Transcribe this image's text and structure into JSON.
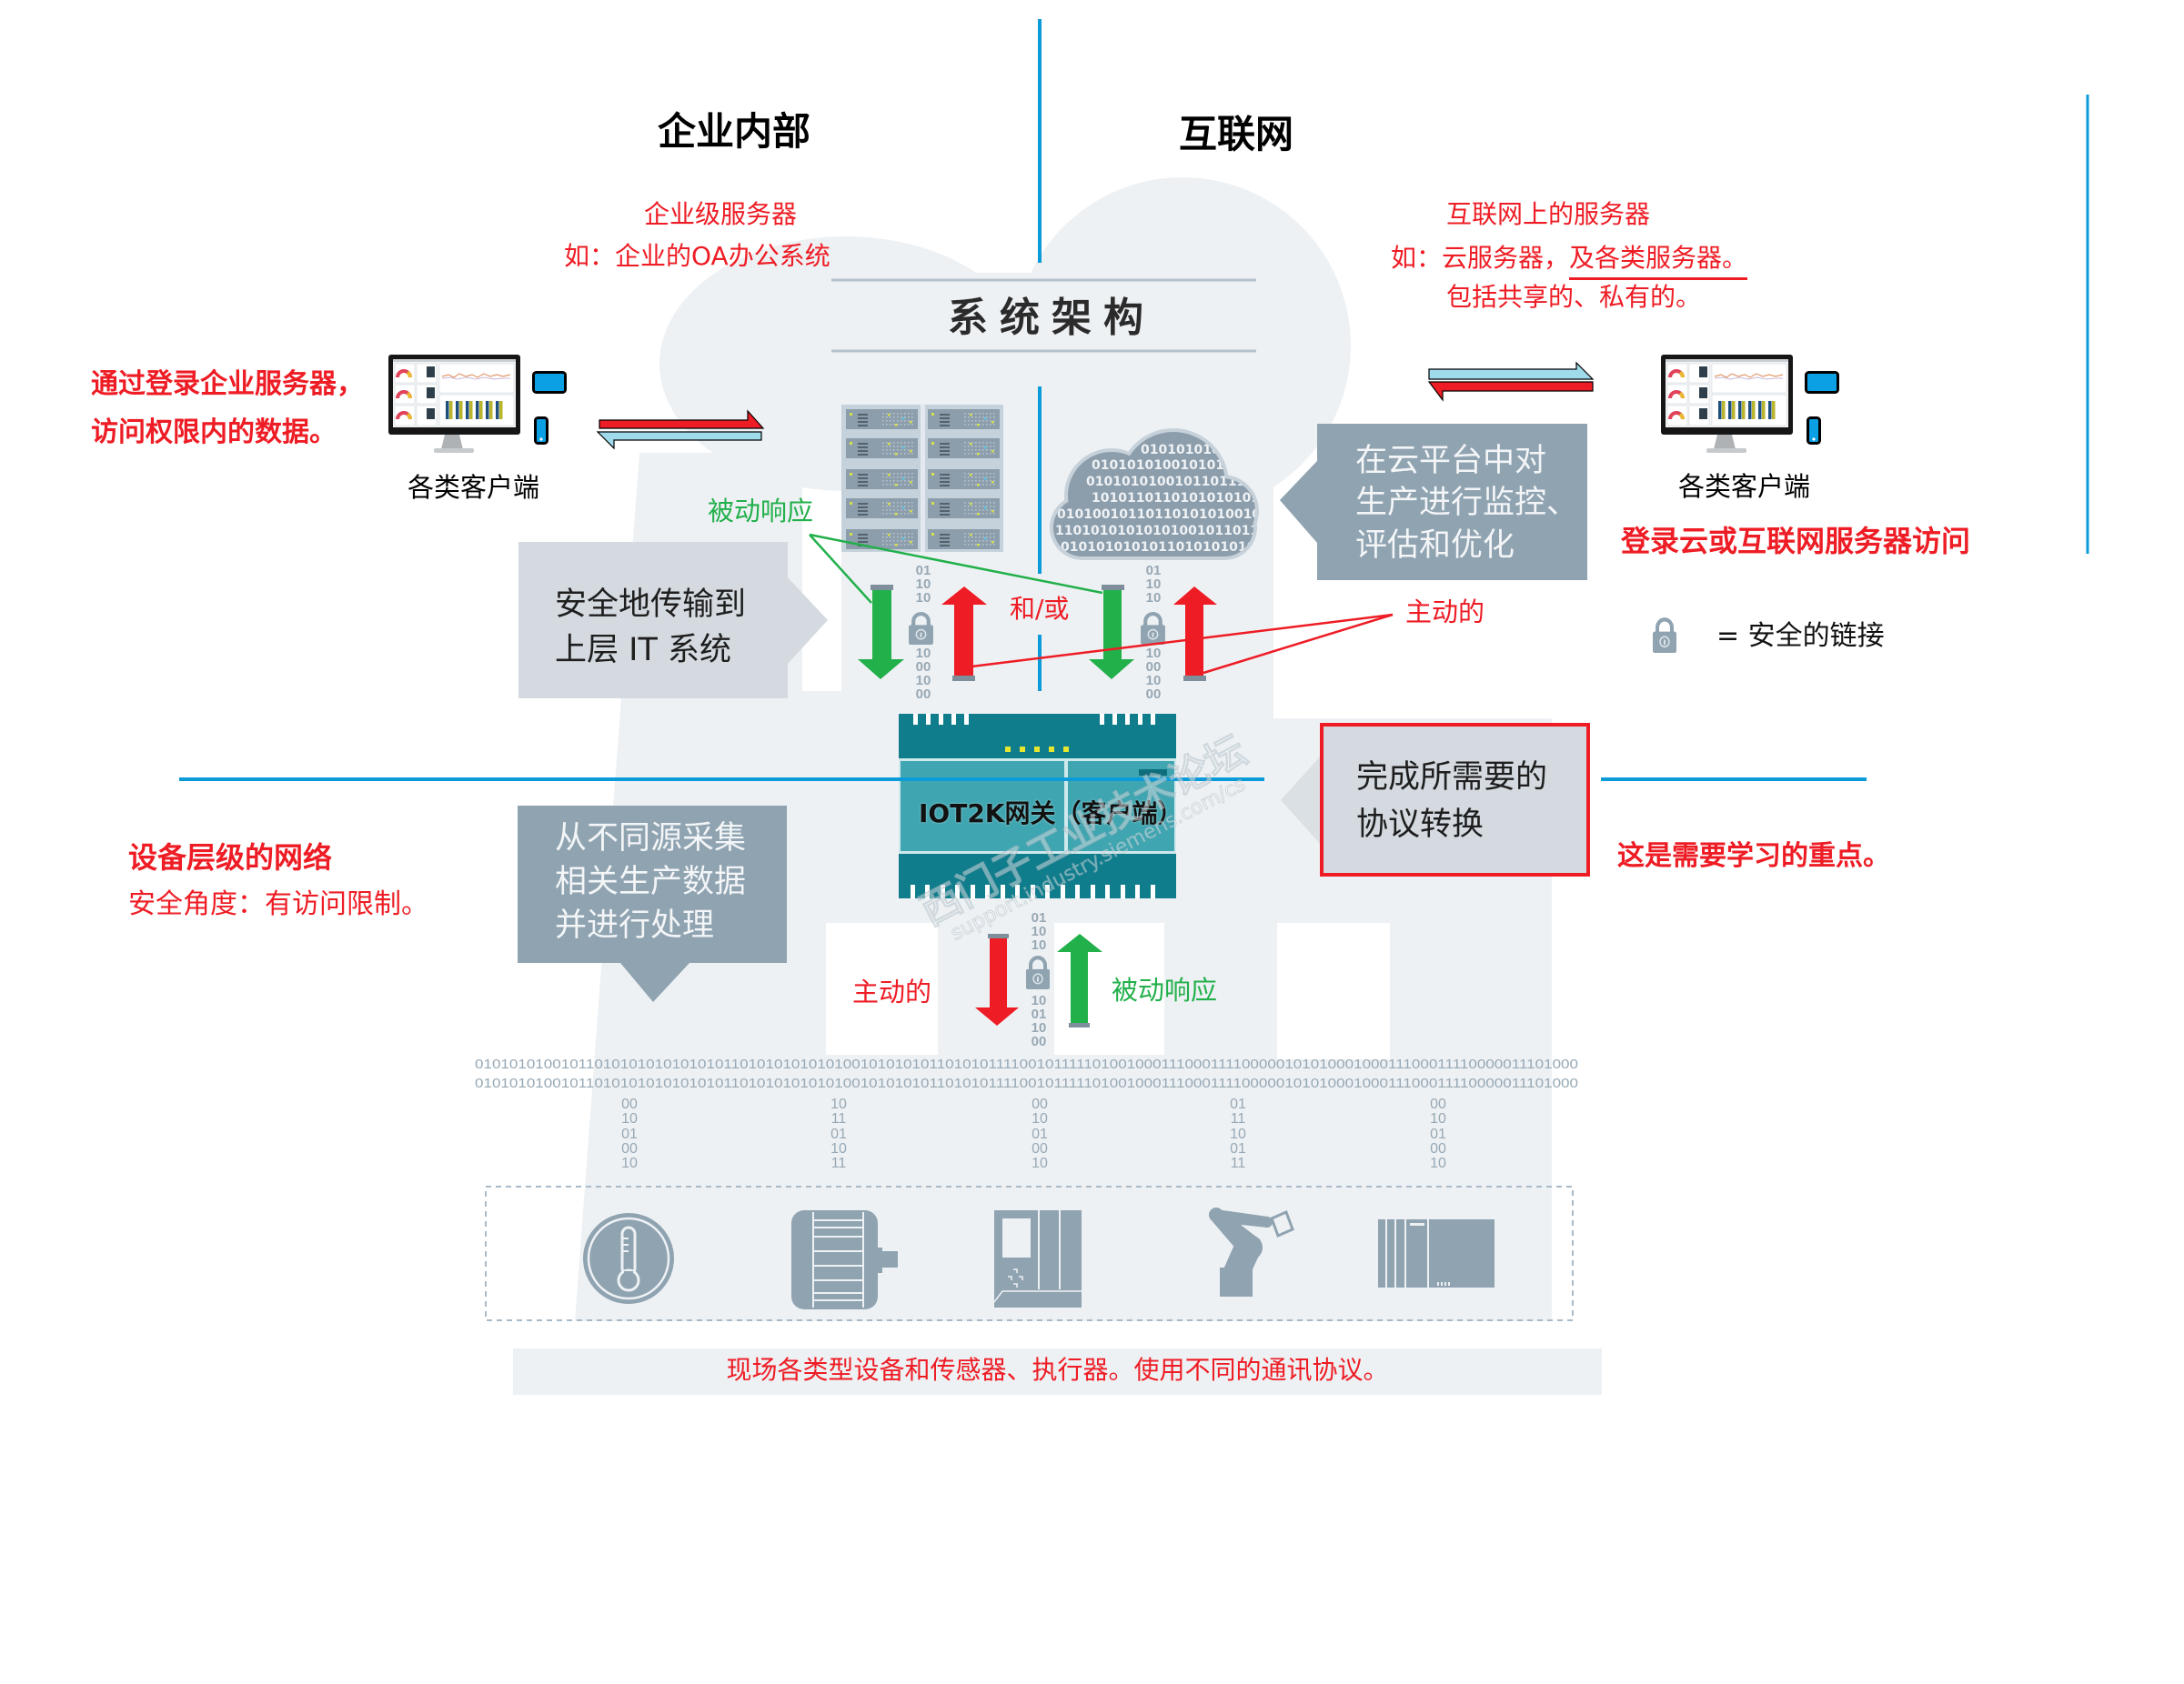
{
  "headers": {
    "enterprise": "企业内部",
    "internet": "互联网",
    "architecture": "系统架构"
  },
  "enterprise_server": {
    "line1": "企业级服务器",
    "line2": "如：企业的OA办公系统"
  },
  "internet_server": {
    "line1": "互联网上的服务器",
    "line2_prefix": "如：云服务器，",
    "line2_underlined": "及各类服务器。",
    "line3": "包括共享的、私有的。"
  },
  "left_client": {
    "note": [
      "通过登录企业服务器，",
      "访问权限内的数据。"
    ],
    "label": "各类客户端",
    "devices": [
      "monitor-icon",
      "tablet-icon",
      "phone-icon"
    ]
  },
  "right_client": {
    "label": "各类客户端",
    "note": "登录云或互联网服务器访问",
    "devices": [
      "monitor-icon",
      "tablet-icon",
      "phone-icon"
    ]
  },
  "it_layer": {
    "server_icon": "server-rack-icon",
    "cloud_icon": "binary-cloud-icon",
    "cloud_binary_rows": [
      "0101010101010101010101010",
      "0101010100101010101010101010",
      "0101010100101101110101010101",
      "1010110110101010101010101010",
      "0101001011011010101001010101",
      "1101010101010100101101101010",
      "0101010101011010101010101010"
    ]
  },
  "callouts": {
    "secure_transfer": [
      "安全地传输到",
      "上层 IT 系统"
    ],
    "cloud_platform": [
      "在云平台中对",
      "生产进行监控、",
      "评估和优化"
    ],
    "protocol_conversion": [
      "完成所需要的",
      "协议转换"
    ],
    "data_collection": [
      "从不同源采集",
      "相关生产数据",
      "并进行处理"
    ]
  },
  "annotations": {
    "passive_upper": "被动响应",
    "and_or": "和/或",
    "active_upper": "主动的",
    "active_lower": "主动的",
    "passive_lower": "被动响应",
    "focus_note": "这是需要学习的重点。",
    "device_network_title": "设备层级的网络",
    "device_network_security": "安全角度：有访问限制。"
  },
  "legend": {
    "icon": "lock-icon",
    "label": "= 安全的链接"
  },
  "gateway": {
    "label": "IOT2K网关（客户端）"
  },
  "binary": {
    "link_upper_left": {
      "above": [
        "01",
        "10",
        "10"
      ],
      "below": [
        "10",
        "00",
        "10",
        "00"
      ]
    },
    "link_upper_right": {
      "above": [
        "01",
        "10",
        "10"
      ],
      "below": [
        "10",
        "00",
        "10",
        "00"
      ]
    },
    "link_lower": {
      "above": [
        "01",
        "10",
        "10"
      ],
      "below": [
        "10",
        "01",
        "10",
        "00"
      ]
    },
    "stream_rows": [
      "01010101001011010101010101010110101010101010010101010110101011110010111110100100011100011110000010101000100011100011110000011101000",
      "01010101001011010101010101010110101010101010010101010110101011110010111110100100011100011110000010101000100011100011110000011101000"
    ],
    "columns": [
      [
        "00",
        "10",
        "01",
        "00",
        "10"
      ],
      [
        "10",
        "11",
        "01",
        "10",
        "11"
      ],
      [
        "00",
        "10",
        "01",
        "00",
        "10"
      ],
      [
        "01",
        "11",
        "10",
        "01",
        "11"
      ],
      [
        "00",
        "10",
        "01",
        "00",
        "10"
      ]
    ]
  },
  "field_devices": {
    "icons": [
      "thermometer-sensor-icon",
      "motor-icon",
      "hmi-panel-icon",
      "robot-arm-icon",
      "drive-cabinet-icon"
    ],
    "caption": "现场各类型设备和传感器、执行器。使用不同的通讯协议。"
  },
  "watermark": {
    "line1": "西门子工业技术论坛",
    "line2": "support.industry.siemens.com/cs"
  },
  "colors": {
    "annotation_red": "#ee1c24",
    "annotation_green": "#22b04b",
    "divider_blue": "#0b9bd9",
    "callout_dark": "#8fa3b1",
    "callout_light": "#d4dae0",
    "gateway_teal": "#0f7d8c",
    "client_device_blue": "#0aa0e3"
  }
}
